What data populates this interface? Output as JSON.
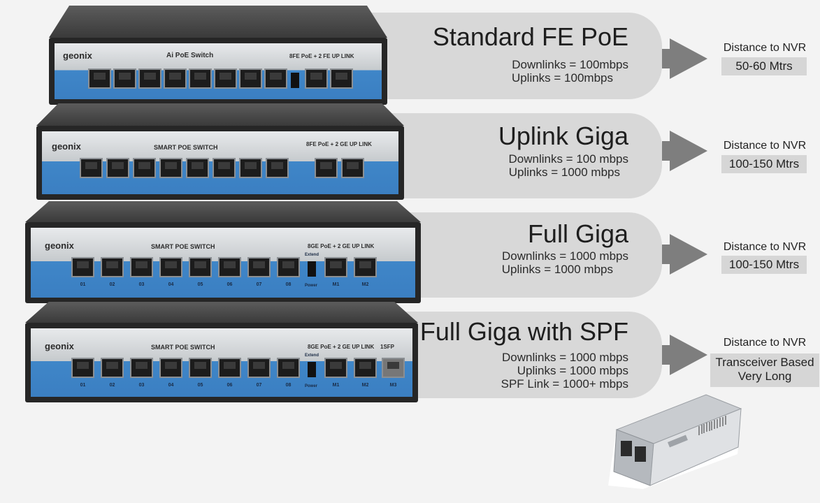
{
  "rows": [
    {
      "title": "Standard FE PoE",
      "specs": [
        "Downlinks = 100mbps",
        "Uplinks = 100mbps"
      ],
      "distance_label": "Distance to NVR",
      "distance_value": "50-60 Mtrs",
      "switch": {
        "brand": "geonix",
        "model": "Ai PoE Switch",
        "uplink_label": "8FE PoE + 2 FE UP LINK"
      }
    },
    {
      "title": "Uplink Giga",
      "specs": [
        "Downlinks = 100 mbps",
        "Uplinks = 1000 mbps"
      ],
      "distance_label": "Distance to NVR",
      "distance_value": "100-150 Mtrs",
      "switch": {
        "brand": "geonix",
        "model": "SMART POE SWITCH",
        "uplink_label": "8FE PoE + 2 GE UP LINK"
      }
    },
    {
      "title": "Full Giga",
      "specs": [
        "Downlinks = 1000 mbps",
        "Uplinks = 1000 mbps"
      ],
      "distance_label": "Distance to NVR",
      "distance_value": "100-150 Mtrs",
      "switch": {
        "brand": "geonix",
        "model": "SMART POE SWITCH",
        "uplink_label": "8GE PoE + 2 GE UP LINK"
      }
    },
    {
      "title": "Full Giga with SPF",
      "specs": [
        "Downlinks = 1000 mbps",
        "Uplinks = 1000 mbps",
        "SPF Link = 1000+ mbps"
      ],
      "distance_label": "Distance to NVR",
      "distance_value": "Transceiver Based Very Long",
      "switch": {
        "brand": "geonix",
        "model": "SMART POE SWITCH",
        "uplink_label": "8GE PoE + 2 GE UP LINK",
        "sfp_label": "1SFP"
      }
    }
  ],
  "port_numbers": [
    "01",
    "02",
    "03",
    "04",
    "05",
    "06",
    "07",
    "08"
  ],
  "uplink_numbers": [
    "M1",
    "M2"
  ],
  "sfp_port_number": "M3",
  "extend_label": "Extend",
  "power_label": "Power",
  "colors": {
    "panel": "#d8d8d8",
    "arrow": "#7e7e7e",
    "switch_blue": "#3b7fc2"
  }
}
